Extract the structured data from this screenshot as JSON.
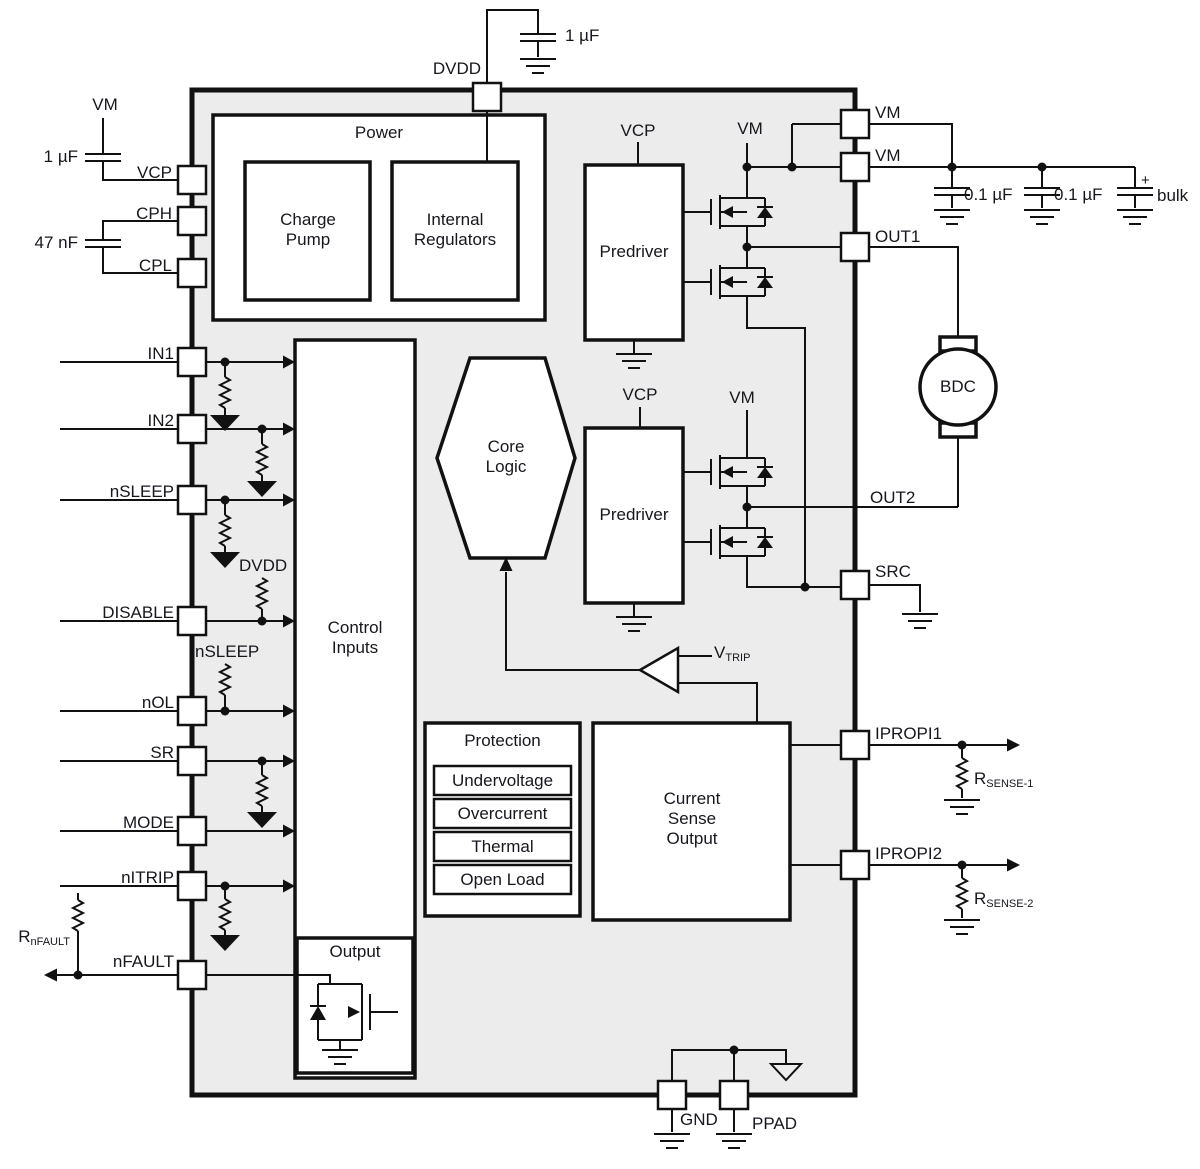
{
  "chip": {
    "blocks": {
      "power": "Power",
      "charge_pump": "Charge Pump",
      "internal_regulators": "Internal Regulators",
      "control_inputs": "Control Inputs",
      "output": "Output",
      "core_logic": "Core Logic",
      "predriver_top": "Predriver",
      "predriver_bottom": "Predriver",
      "protection_title": "Protection",
      "protection_items": [
        "Undervoltage",
        "Overcurrent",
        "Thermal",
        "Open Load"
      ],
      "current_sense": "Current Sense Output"
    },
    "internal_labels": {
      "vcp_top": "VCP",
      "vm_top": "VM",
      "vcp_bottom": "VCP",
      "vm_bottom": "VM",
      "dvdd_pullup": "DVDD",
      "nsleep_pullup": "nSLEEP",
      "vtrip_main": "V",
      "vtrip_sub": "TRIP"
    },
    "pins": {
      "left": [
        "VCP",
        "CPH",
        "CPL",
        "IN1",
        "IN2",
        "nSLEEP",
        "DISABLE",
        "nOL",
        "SR",
        "MODE",
        "nITRIP",
        "nFAULT"
      ],
      "top": [
        "DVDD"
      ],
      "right": [
        "VM",
        "VM",
        "OUT1",
        "OUT2",
        "SRC",
        "IPROPI1",
        "IPROPI2"
      ],
      "bottom": [
        "GND",
        "PPAD"
      ]
    }
  },
  "external": {
    "vm_supply": "VM",
    "cap_vcp": "1 µF",
    "cap_cp": "47 nF",
    "cap_dvdd": "1 µF",
    "cap_vm1": "0.1 µF",
    "cap_vm2": "0.1 µF",
    "cap_bulk_plus": "+",
    "cap_bulk": "bulk",
    "motor": "BDC",
    "r_nfault_main": "R",
    "r_nfault_sub": "nFAULT",
    "r_sense1_main": "R",
    "r_sense1_sub": "SENSE-1",
    "r_sense2_main": "R",
    "r_sense2_sub": "SENSE-2"
  }
}
